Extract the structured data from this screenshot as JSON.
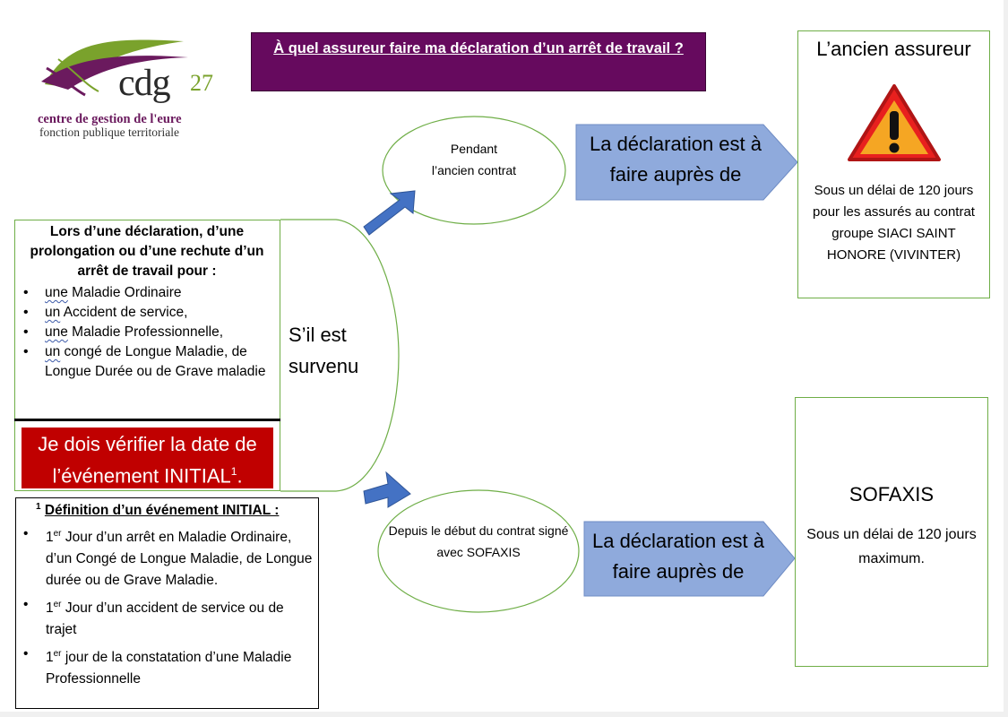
{
  "title": "À quel assureur faire ma déclaration d’un arrêt de travail ?",
  "logo": {
    "name": "cdg",
    "number": "27",
    "line1": "centre de gestion de l'eure",
    "line2": "fonction publique territoriale"
  },
  "left_box": {
    "heading": "Lors d’une déclaration, d’une prolongation ou d’une rechute d’un arrêt de travail pour :",
    "items": [
      {
        "first": "une",
        "rest": " Maladie Ordinaire"
      },
      {
        "first": "un",
        "rest": " Accident de service,"
      },
      {
        "first": "une",
        "rest": " Maladie Professionnelle,"
      },
      {
        "first": "un",
        "rest": " congé de Longue Maladie, de Longue Durée ou de Grave maladie"
      }
    ],
    "alert_main": "Je dois vérifier la date de l’événement INITIAL",
    "alert_sup": "1",
    "alert_end": "."
  },
  "arc_label": "S’il est survenu",
  "definition": {
    "sup": "1",
    "heading": "Définition d’un événement INITIAL :",
    "items": [
      {
        "pre": "1",
        "sup": "er",
        "rest": " Jour d’un arrêt en Maladie Ordinaire, d’un Congé de Longue Maladie, de Longue durée ou de Grave Maladie."
      },
      {
        "pre": "1",
        "sup": "er",
        "rest": " Jour d’un accident de service ou de trajet"
      },
      {
        "pre": "1",
        "sup": "er",
        "rest": " jour de la constatation d’une Maladie Professionnelle"
      }
    ]
  },
  "upper_branch": {
    "condition_line1": "Pendant",
    "condition_line2": "l’ancien contrat",
    "arrow_text": "La déclaration est à faire auprès de",
    "target_title": "L’ancien assureur",
    "target_text": "Sous un délai de 120 jours pour les assurés au contrat groupe SIACI SAINT HONORE (VIVINTER)"
  },
  "lower_branch": {
    "condition_text": "Depuis le début du contrat signé avec SOFAXIS",
    "arrow_text": "La déclaration est à faire auprès de",
    "target_title": "SOFAXIS",
    "target_text": "Sous un délai de 120 jours maximum."
  },
  "colors": {
    "title_bg": "#660a5e",
    "alert_bg": "#c00000",
    "arrow_fill": "#8faadc",
    "connector_blue": "#4472c4",
    "border_green": "#6fae47",
    "warning_red": "#e8201e"
  },
  "icons": [
    "warning-triangle-icon",
    "arrow-up-right-icon",
    "arrow-down-right-icon",
    "chevron-arrow-shape"
  ]
}
